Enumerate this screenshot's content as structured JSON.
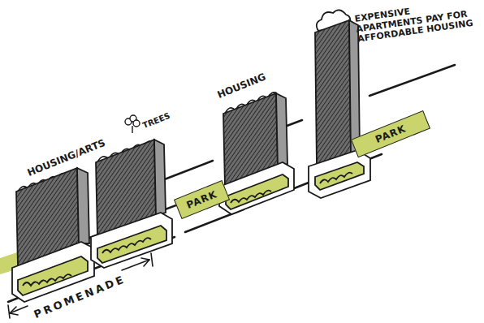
{
  "diagram": {
    "nodes": [
      {
        "text": [
          "PARK"
        ]
      },
      {
        "text": [
          "PARK"
        ]
      }
    ],
    "labels": [
      "HOUSING/ARTS",
      "TREES",
      "HOUSING",
      "EXPENSIVE APARTMENTS PAY FOR AFFORDABLE HOUSING",
      "PROMENADE"
    ]
  }
}
